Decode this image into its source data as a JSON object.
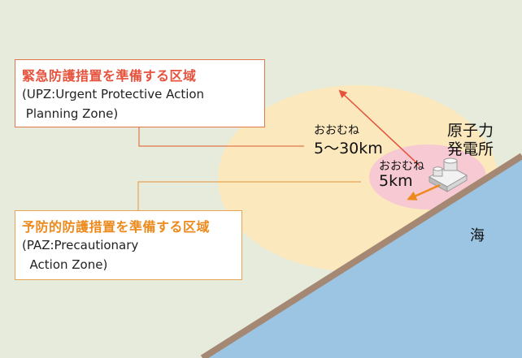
{
  "upz": {
    "title": "緊急防護措置を準備する区域",
    "body": "(UPZ:Urgent Protective Action\n Planning Zone)",
    "approx": "おおむね",
    "distance": "5〜30km"
  },
  "paz": {
    "title": "予防的防護措置を準備する区域",
    "body": "(PAZ:Precautionary\n  Action Zone)",
    "approx": "おおむね",
    "distance": "5km"
  },
  "plant_label": "原子力\n発電所",
  "sea_label": "海",
  "colors": {
    "land": "#e6ebdc",
    "upz_zone": "#fbe8bd",
    "paz_zone": "#f6c9d3",
    "sea": "#9cc4e3",
    "coast": "#a58873",
    "upz_arrow": "#e5533d",
    "paz_arrow": "#ec8a1d",
    "upz_border": "#e0774b",
    "paz_border": "#e8a455"
  },
  "icons": [
    "nuclear-plant-icon",
    "upz-arrow-icon",
    "paz-arrow-icon"
  ]
}
